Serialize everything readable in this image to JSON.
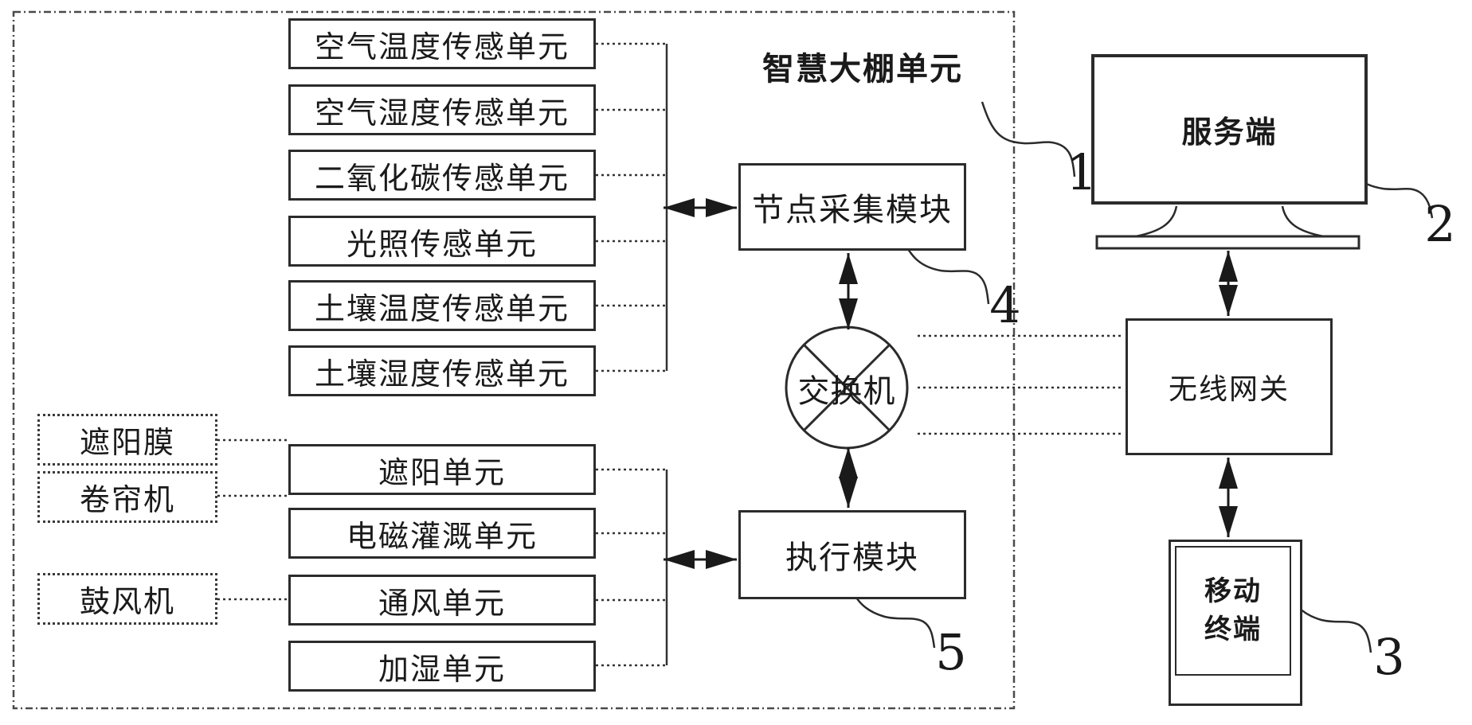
{
  "diagram": {
    "title": "智慧大棚单元",
    "ink_color": "#2b2b2b",
    "sensor_units": [
      "空气温度传感单元",
      "空气湿度传感单元",
      "二氧化碳传感单元",
      "光照传感单元",
      "土壤温度传感单元",
      "土壤湿度传感单元"
    ],
    "actuator_units": [
      "遮阳单元",
      "电磁灌溉单元",
      "通风单元",
      "加湿单元"
    ],
    "devices": [
      "遮阳膜",
      "卷帘机",
      "鼓风机"
    ],
    "node_collector": "节点采集模块",
    "switch": "交换机",
    "executor": "执行模块",
    "server": "服务端",
    "gateway": "无线网关",
    "mobile_terminal": [
      "移动",
      "终端"
    ],
    "ref_numbers": {
      "greenhouse_unit": "1",
      "server": "2",
      "mobile_terminal": "3",
      "node_collector": "4",
      "executor": "5"
    }
  }
}
